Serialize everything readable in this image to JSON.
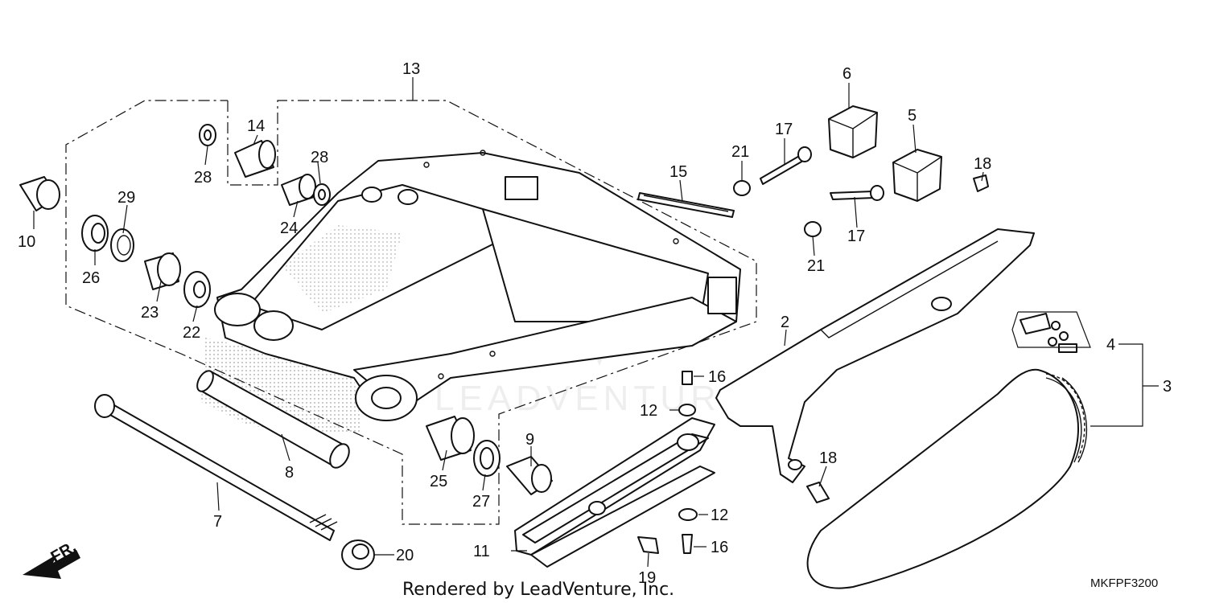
{
  "callouts": {
    "c2": "2",
    "c3": "3",
    "c4": "4",
    "c5": "5",
    "c6": "6",
    "c7": "7",
    "c8": "8",
    "c9": "9",
    "c10": "10",
    "c11": "11",
    "c12a": "12",
    "c12b": "12",
    "c13": "13",
    "c14": "14",
    "c15": "15",
    "c16a": "16",
    "c16b": "16",
    "c17a": "17",
    "c17b": "17",
    "c18a": "18",
    "c18b": "18",
    "c19": "19",
    "c20": "20",
    "c21a": "21",
    "c21b": "21",
    "c22": "22",
    "c23": "23",
    "c24": "24",
    "c25": "25",
    "c26": "26",
    "c27": "27",
    "c28a": "28",
    "c28b": "28",
    "c29": "29"
  },
  "direction_label": "FR.",
  "footer_text": "Rendered by LeadVenture, Inc.",
  "diagram_code": "MKFPF3200",
  "watermark": "LEADVENTURE"
}
